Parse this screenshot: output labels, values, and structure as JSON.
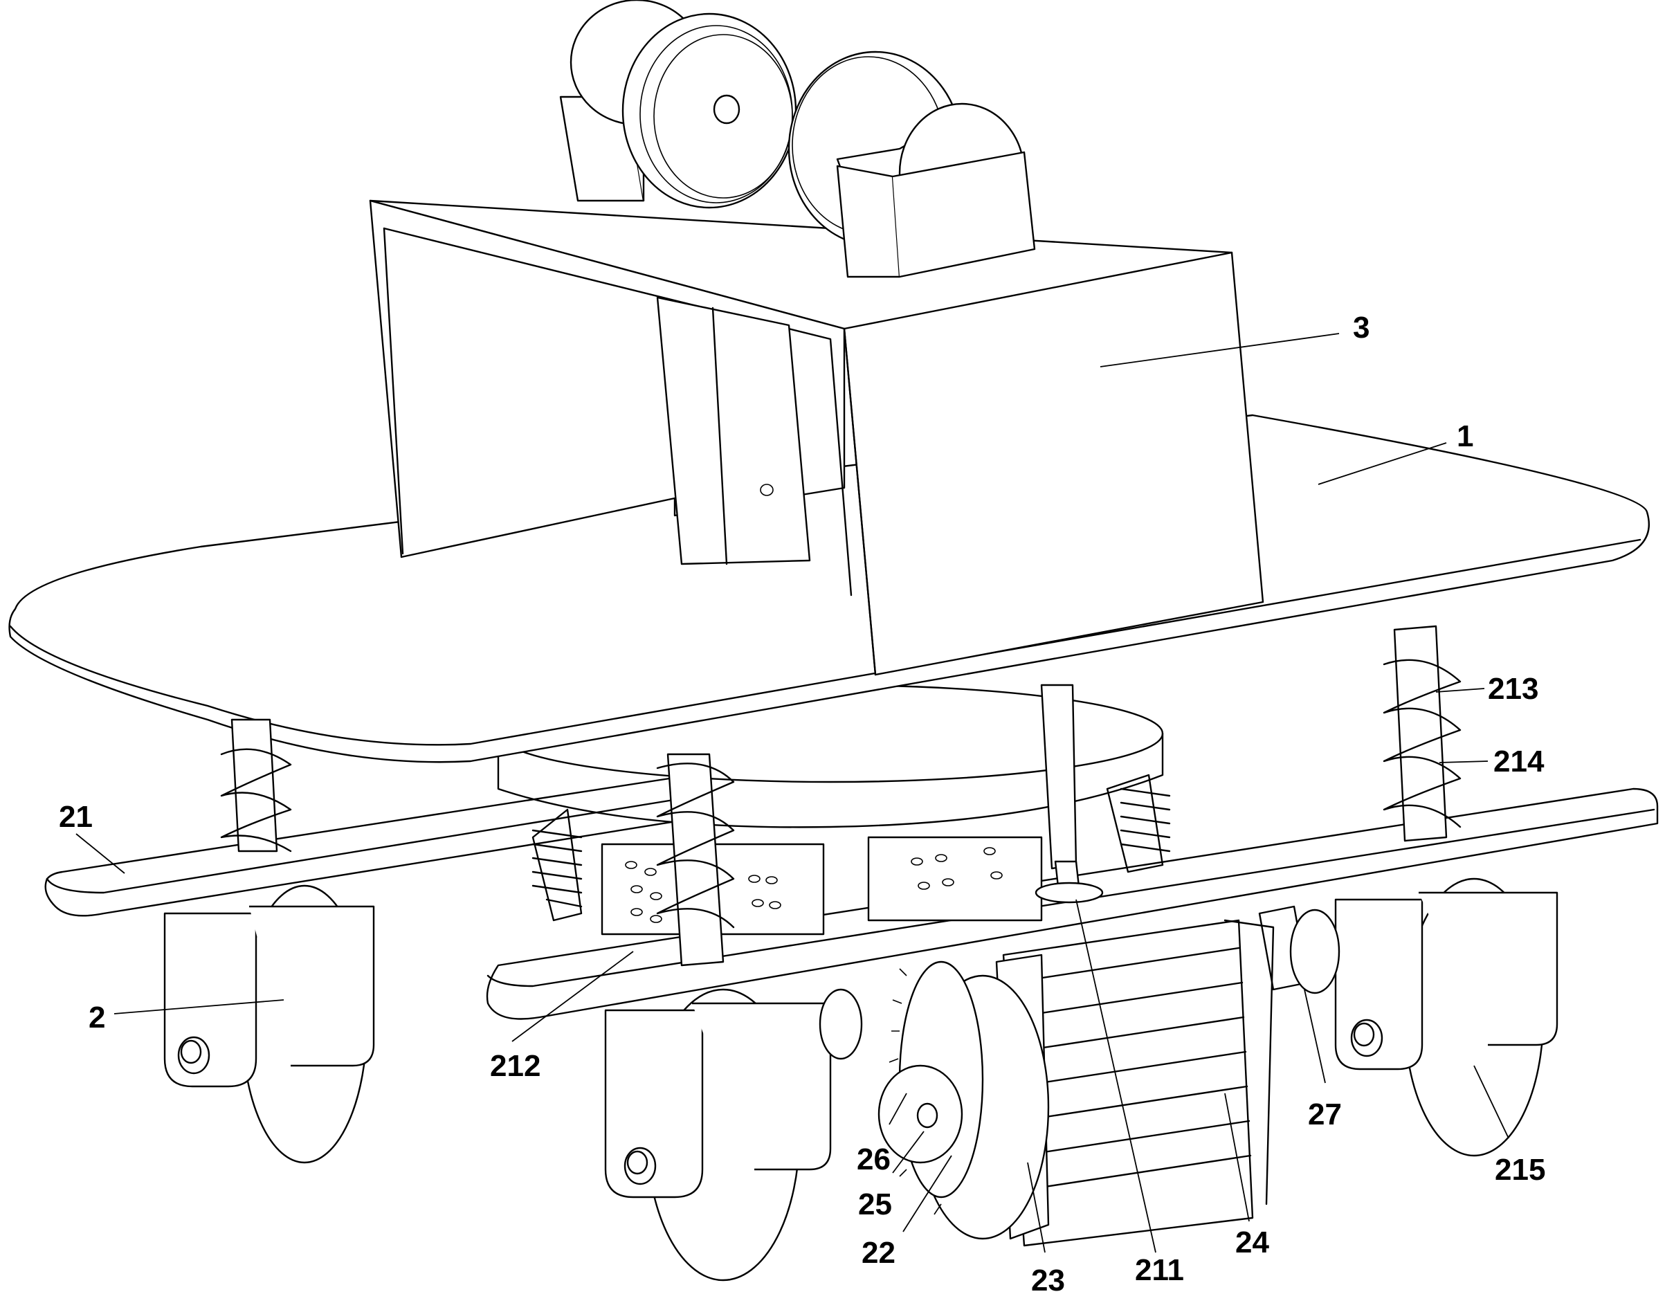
{
  "figure": {
    "callouts": [
      {
        "id": "c3",
        "text": "3"
      },
      {
        "id": "c1",
        "text": "1"
      },
      {
        "id": "c213",
        "text": "213"
      },
      {
        "id": "c214",
        "text": "214"
      },
      {
        "id": "c21",
        "text": "21"
      },
      {
        "id": "c2",
        "text": "2"
      },
      {
        "id": "c212",
        "text": "212"
      },
      {
        "id": "c27",
        "text": "27"
      },
      {
        "id": "c215",
        "text": "215"
      },
      {
        "id": "c26",
        "text": "26"
      },
      {
        "id": "c25",
        "text": "25"
      },
      {
        "id": "c22",
        "text": "22"
      },
      {
        "id": "c23",
        "text": "23"
      },
      {
        "id": "c211",
        "text": "211"
      },
      {
        "id": "c24",
        "text": "24"
      }
    ]
  }
}
